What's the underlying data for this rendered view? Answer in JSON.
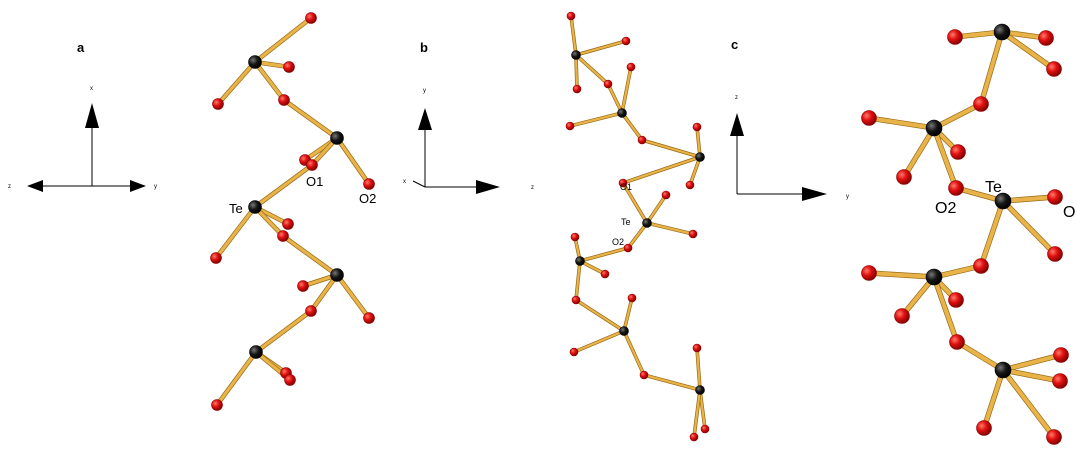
{
  "panels": {
    "a": {
      "label": "a",
      "axes": {
        "up": "x",
        "left": "z",
        "right": "y"
      },
      "atom_labels": {
        "te": "Te",
        "o1": "O1",
        "o2": "O2"
      }
    },
    "b": {
      "label": "b",
      "axes": {
        "up": "y",
        "right": "z",
        "corner": "x"
      },
      "atom_labels": {
        "te": "Te",
        "o1": "O1",
        "o2": "O2"
      }
    },
    "c": {
      "label": "c",
      "axes": {
        "up": "z",
        "right": "y"
      },
      "atom_labels": {
        "te": "Te",
        "o2": "O2",
        "o": "O"
      }
    }
  },
  "colors": {
    "bond": "#e8b44a",
    "bond_dark": "#9a6a14",
    "oxygen": "#e01010",
    "oxygen_edge": "#8a0000",
    "tellurium": "#111111",
    "axis": "#000000"
  }
}
